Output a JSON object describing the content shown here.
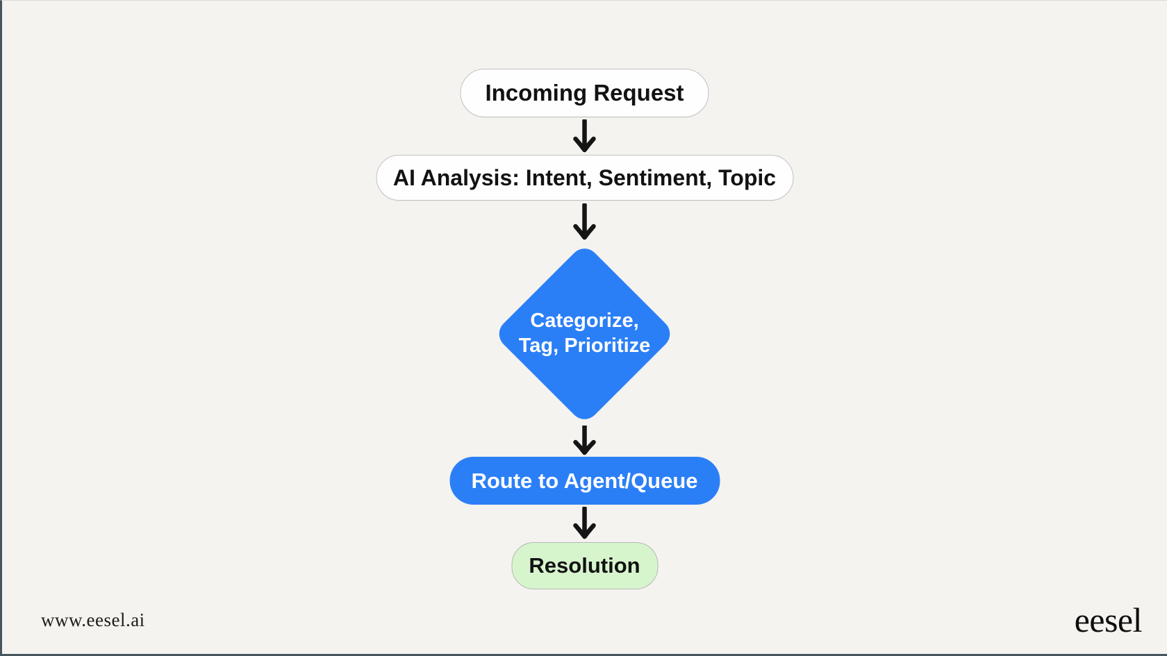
{
  "page": {
    "background": "#f4f3f0",
    "footer_url": "www.eesel.ai",
    "brand": "eesel"
  },
  "colors": {
    "accent-blue": "#2b7ff6",
    "success-green": "#d6f5cd",
    "node-white": "#fefefe",
    "arrow-black": "#151515",
    "frame-border": "#46565f",
    "page-bg": "#f4f3f0"
  },
  "flow": {
    "type": "flowchart",
    "direction": "top-down",
    "nodes": [
      {
        "id": "incoming-request",
        "shape": "rounded-rect",
        "fill": "white",
        "label": "Incoming Request"
      },
      {
        "id": "ai-analysis",
        "shape": "rounded-rect",
        "fill": "white",
        "label": "AI Analysis: Intent, Sentiment, Topic"
      },
      {
        "id": "categorize-tag-prioritize",
        "shape": "diamond",
        "fill": "blue",
        "label": "Categorize, Tag, Prioritize",
        "line1": "Categorize,",
        "line2": "Tag, Prioritize"
      },
      {
        "id": "route-to-agent-queue",
        "shape": "rounded-rect",
        "fill": "blue",
        "label": "Route to Agent/Queue"
      },
      {
        "id": "resolution",
        "shape": "rounded-rect",
        "fill": "green",
        "label": "Resolution"
      }
    ],
    "edges": [
      {
        "from": "incoming-request",
        "to": "ai-analysis"
      },
      {
        "from": "ai-analysis",
        "to": "categorize-tag-prioritize"
      },
      {
        "from": "categorize-tag-prioritize",
        "to": "route-to-agent-queue"
      },
      {
        "from": "route-to-agent-queue",
        "to": "resolution"
      }
    ]
  }
}
